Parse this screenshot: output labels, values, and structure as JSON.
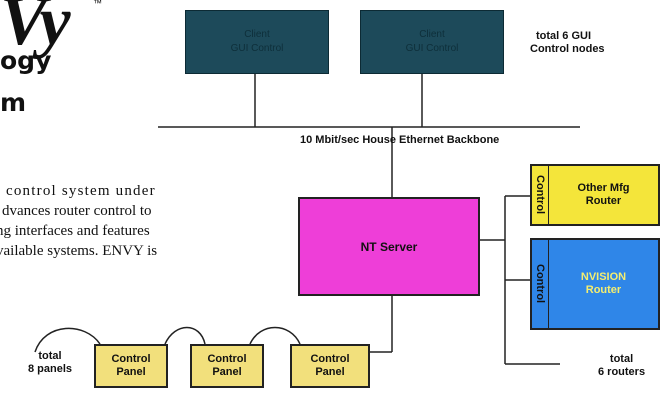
{
  "logo": {
    "letter": "Vy",
    "mark": "™"
  },
  "heading": {
    "line1": "ogy",
    "line2": "m"
  },
  "body_lines": [
    "control system under",
    "dvances router control to",
    "ng interfaces and features",
    "vailable systems. ENVY is"
  ],
  "clients": [
    {
      "line1": "Client",
      "line2": "GUI Control"
    },
    {
      "line1": "Client",
      "line2": "GUI Control"
    }
  ],
  "gui_note": {
    "line1": "total 6 GUI",
    "line2": "Control nodes"
  },
  "backbone_label": "10 Mbit/sec House Ethernet Backbone",
  "server": {
    "label": "NT Server"
  },
  "routers": [
    {
      "control": "Control",
      "line1": "Other Mfg",
      "line2": "Router"
    },
    {
      "control": "Control",
      "line1": "NVISION",
      "line2": "Router"
    }
  ],
  "routers_note": {
    "line1": "total",
    "line2": "6 routers"
  },
  "panels_note": {
    "line1": "total",
    "line2": "8 panels"
  },
  "panels": [
    {
      "line1": "Control",
      "line2": "Panel"
    },
    {
      "line1": "Control",
      "line2": "Panel"
    },
    {
      "line1": "Control",
      "line2": "Panel"
    }
  ],
  "colors": {
    "client": "#1d4a5a",
    "server": "#ee3ed8",
    "other_router": "#f4e53a",
    "nvision_router": "#2f86e8",
    "panel": "#f2e07c"
  }
}
